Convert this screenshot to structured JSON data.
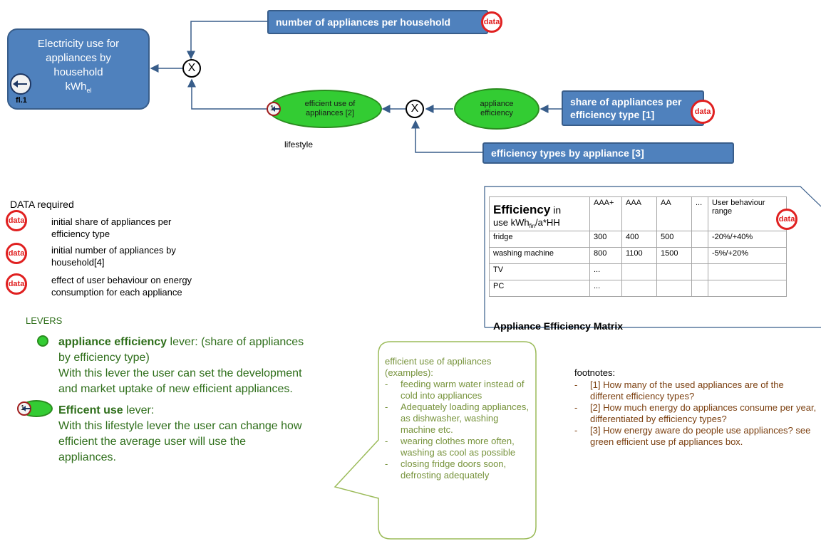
{
  "nodes": {
    "main_box": {
      "line1": "Electricity use for",
      "line2": "appliances by",
      "line3": "household",
      "unit": "kWh",
      "unit_sub": "el",
      "tag": "fl.1"
    },
    "appliances_count": {
      "label": "number of appliances per household"
    },
    "efficient_use": {
      "line1": "efficient use of",
      "line2": "appliances [2]"
    },
    "appliance_efficiency": {
      "line1": "appliance",
      "line2": "efficiency"
    },
    "share_box": {
      "line1": "share of appliances per",
      "line2": "efficiency type [1]"
    },
    "types_box": {
      "label": "efficiency types by appliance [3]"
    },
    "lifestyle": "lifestyle",
    "mult_symbol": "X",
    "data_badge": "data",
    "one_badge": "1"
  },
  "data_required": {
    "heading": "DATA required",
    "items": [
      {
        "line1": "initial share of appliances per",
        "line2": "efficiency type"
      },
      {
        "line1": "initial number of appliances by",
        "line2": "household[4]"
      },
      {
        "line1": "effect of user behaviour on energy",
        "line2": "consumption for each appliance"
      }
    ]
  },
  "levers": {
    "heading": "LEVERS",
    "lever1": {
      "bold": "appliance efficiency",
      "rest": " lever: (share of appliances",
      "line2": "by efficiency type)",
      "line3": "With this lever the user can set the development",
      "line4": "and market uptake of new efficient appliances."
    },
    "lever2": {
      "bold": "Efficent use",
      "rest": " lever:",
      "line2": "With this lifestyle lever the user can change how",
      "line3": "efficient the average user will use the",
      "line4": "appliances."
    }
  },
  "matrix": {
    "title_big": "Efficiency",
    "title_in": " in",
    "title_use": "use kWh",
    "title_sub": "fin",
    "title_tail": "/a*HH",
    "headers": [
      "AAA+",
      "AAA",
      "AA",
      "...",
      "User behaviour range"
    ],
    "rows": [
      {
        "name": "fridge",
        "c1": "300",
        "c2": "400",
        "c3": "500",
        "c4": "",
        "range": "-20%/+40%"
      },
      {
        "name": "washing machine",
        "c1": "800",
        "c2": "1100",
        "c3": "1500",
        "c4": "",
        "range": "-5%/+20%"
      },
      {
        "name": "TV",
        "c1": "...",
        "c2": "",
        "c3": "",
        "c4": "",
        "range": ""
      },
      {
        "name": "PC",
        "c1": "...",
        "c2": "",
        "c3": "",
        "c4": "",
        "range": ""
      }
    ],
    "caption": "Appliance Efficiency Matrix"
  },
  "callout": {
    "title1": "efficient use of appliances",
    "title2": "(examples):",
    "items": [
      "feeding warm water instead of cold into appliances",
      "Adequately loading appliances, as dishwasher, washing machine etc.",
      "wearing clothes more often, washing as cool as possible",
      "closing fridge doors soon, defrosting adequately"
    ]
  },
  "footnotes": {
    "heading": "footnotes:",
    "items": [
      "[1] How many of the used appliances are of the different efficiency types?",
      "[2] How much energy do appliances consume per year, differentiated by efficiency types?",
      "[3] How energy aware do people use appliances? see  green efficient use pf appliances box."
    ]
  },
  "colors": {
    "box_blue": "#4f81bd",
    "ellipse_green": "#33cc33",
    "data_red": "#e02020",
    "lever_green": "#2e6e1a",
    "footnote_brown": "#7b3f0f"
  }
}
